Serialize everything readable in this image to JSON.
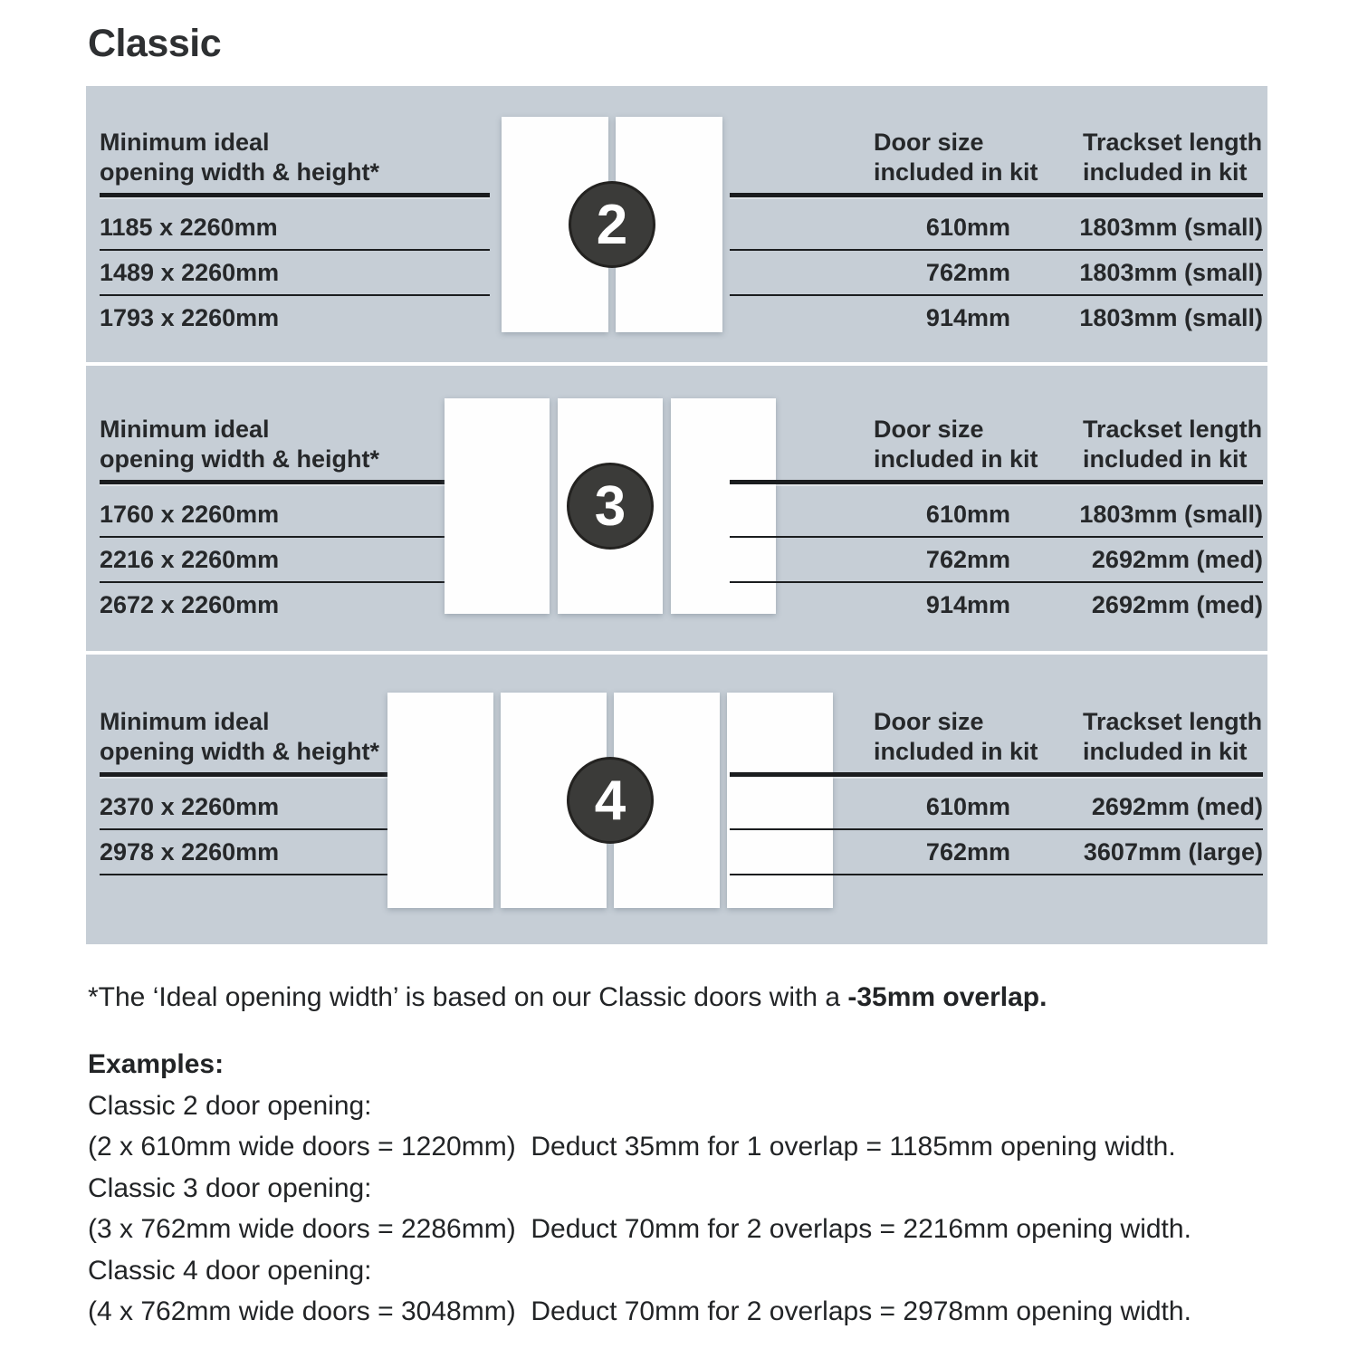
{
  "page": {
    "title": "Classic"
  },
  "table": {
    "left_header": {
      "line1": "Minimum ideal",
      "line2": "opening width & height*"
    },
    "door_size_header": {
      "line1": "Door size",
      "line2": "included in kit"
    },
    "trackset_header": {
      "line1": "Trackset length",
      "line2": "included in kit"
    },
    "sections": [
      {
        "badge": "2",
        "rows": [
          {
            "opening": "1185 x 2260mm",
            "door_size": "610mm",
            "trackset": "1803mm (small)"
          },
          {
            "opening": "1489 x 2260mm",
            "door_size": "762mm",
            "trackset": "1803mm (small)"
          },
          {
            "opening": "1793 x 2260mm",
            "door_size": "914mm",
            "trackset": "1803mm (small)"
          }
        ]
      },
      {
        "badge": "3",
        "rows": [
          {
            "opening": "1760 x 2260mm",
            "door_size": "610mm",
            "trackset": "1803mm (small)"
          },
          {
            "opening": "2216 x 2260mm",
            "door_size": "762mm",
            "trackset": "2692mm (med)"
          },
          {
            "opening": "2672 x 2260mm",
            "door_size": "914mm",
            "trackset": "2692mm (med)"
          }
        ]
      },
      {
        "badge": "4",
        "rows": [
          {
            "opening": "2370 x 2260mm",
            "door_size": "610mm",
            "trackset": "2692mm (med)"
          },
          {
            "opening": "2978 x 2260mm",
            "door_size": "762mm",
            "trackset": "3607mm (large)"
          }
        ]
      }
    ]
  },
  "footnote": {
    "prefix": "*The ‘Ideal opening width’ is based on our Classic doors with a ",
    "bold": "-35mm overlap."
  },
  "examples": {
    "heading": "Examples:",
    "lines": [
      "Classic 2 door opening:",
      "(2 x 610mm wide doors = 1220mm)  Deduct 35mm for 1 overlap = 1185mm opening width.",
      "Classic 3 door opening:",
      "(3 x 762mm wide doors = 2286mm)  Deduct 70mm for 2 overlaps = 2216mm opening width.",
      "Classic 4 door opening:",
      "(4 x 762mm wide doors = 3048mm)  Deduct 70mm for 2 overlaps = 2978mm opening width."
    ]
  },
  "colors": {
    "panel_bg": "#c6ced6",
    "badge_bg": "#3b3b39",
    "rule": "#1b1d1f",
    "text": "#26282a"
  }
}
